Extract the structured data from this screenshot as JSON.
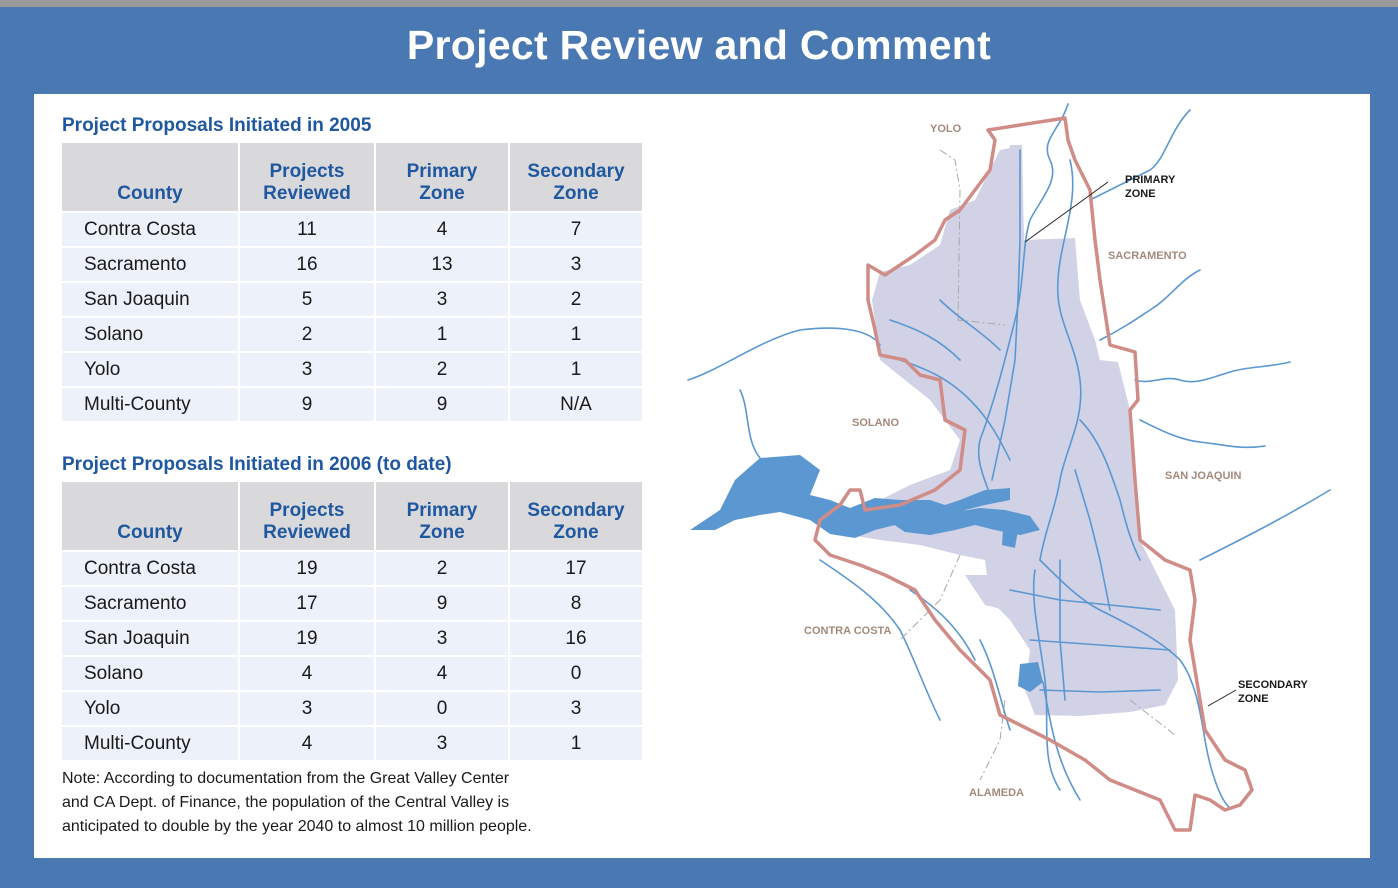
{
  "page": {
    "title": "Project Review and Comment"
  },
  "table_2005": {
    "title": "Project Proposals Initiated in 2005",
    "headers": {
      "county": "County",
      "reviewed_1": "Projects",
      "reviewed_2": "Reviewed",
      "primary_1": "Primary",
      "primary_2": "Zone",
      "secondary_1": "Secondary",
      "secondary_2": "Zone"
    },
    "rows": [
      {
        "county": "Contra Costa",
        "reviewed": "11",
        "primary": "4",
        "secondary": "7"
      },
      {
        "county": "Sacramento",
        "reviewed": "16",
        "primary": "13",
        "secondary": "3"
      },
      {
        "county": "San Joaquin",
        "reviewed": "5",
        "primary": "3",
        "secondary": "2"
      },
      {
        "county": "Solano",
        "reviewed": "2",
        "primary": "1",
        "secondary": "1"
      },
      {
        "county": "Yolo",
        "reviewed": "3",
        "primary": "2",
        "secondary": "1"
      },
      {
        "county": "Multi-County",
        "reviewed": "9",
        "primary": "9",
        "secondary": "N/A"
      }
    ]
  },
  "table_2006": {
    "title": "Project Proposals Initiated in 2006 (to date)",
    "headers": {
      "county": "County",
      "reviewed_1": "Projects",
      "reviewed_2": "Reviewed",
      "primary_1": "Primary",
      "primary_2": "Zone",
      "secondary_1": "Secondary",
      "secondary_2": "Zone"
    },
    "rows": [
      {
        "county": "Contra Costa",
        "reviewed": "19",
        "primary": "2",
        "secondary": "17"
      },
      {
        "county": "Sacramento",
        "reviewed": "17",
        "primary": "9",
        "secondary": "8"
      },
      {
        "county": "San Joaquin",
        "reviewed": "19",
        "primary": "3",
        "secondary": "16"
      },
      {
        "county": "Solano",
        "reviewed": "4",
        "primary": "4",
        "secondary": "0"
      },
      {
        "county": "Yolo",
        "reviewed": "3",
        "primary": "0",
        "secondary": "3"
      },
      {
        "county": "Multi-County",
        "reviewed": "4",
        "primary": "3",
        "secondary": "1"
      }
    ]
  },
  "note": {
    "line1": "Note: According to documentation from the Great Valley Center",
    "line2": "and CA Dept. of Finance, the population of the Central Valley is",
    "line3": "anticipated to double by the year 2040 to almost 10 million people."
  },
  "map": {
    "labels": {
      "yolo": "YOLO",
      "sacramento": "SACRAMENTO",
      "solano": "SOLANO",
      "san_joaquin": "SAN JOAQUIN",
      "contra_costa": "CONTRA COSTA",
      "alameda": "ALAMEDA",
      "primary_1": "PRIMARY",
      "primary_2": "ZONE",
      "secondary_1": "SECONDARY",
      "secondary_2": "ZONE"
    },
    "colors": {
      "primary_zone_fill": "#d2d2e6",
      "secondary_boundary": "#d08c86",
      "water": "#5b97d1",
      "county_label": "#a4897c"
    }
  }
}
